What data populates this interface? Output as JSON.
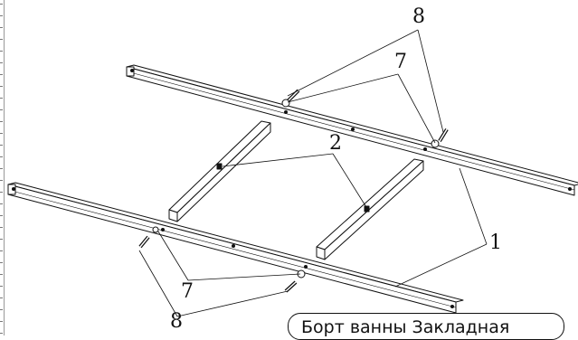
{
  "callouts": {
    "crossbar": "1",
    "leg": "2",
    "washer": "7",
    "bolt": "8"
  },
  "footer_label": "Борт ванны   Закладная"
}
